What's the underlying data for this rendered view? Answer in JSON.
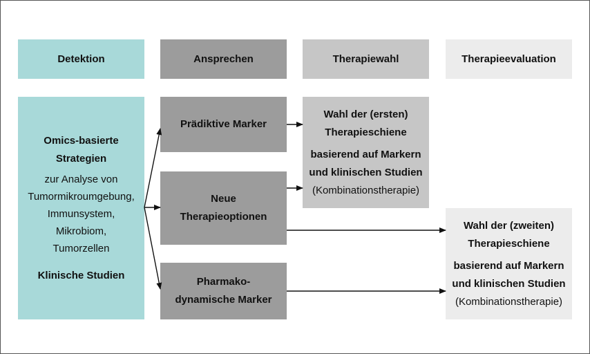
{
  "colors": {
    "teal": "#a8d9d9",
    "dark_gray": "#9c9c9c",
    "mid_gray": "#c6c6c6",
    "light_gray": "#ececec",
    "arrow": "#111111"
  },
  "headers": [
    "Detektion",
    "Ansprechen",
    "Therapiewahl",
    "Therapieevaluation"
  ],
  "detection": {
    "title_1": "Omics-basierte",
    "title_2": "Strategien",
    "lines": [
      "zur Analyse von",
      "Tumormikroumgebung,",
      "Immunsystem,",
      "Mikrobiom,",
      "Tumorzellen"
    ],
    "studies": "Klinische Studien"
  },
  "response": {
    "predictive": "Prädiktive Marker",
    "new_options_1": "Neue",
    "new_options_2": "Therapieoptionen",
    "pharmaco_1": "Pharmako-",
    "pharmaco_2": "dynamische Marker"
  },
  "therapy_first": {
    "title_1": "Wahl der (ersten)",
    "title_2": "Therapieschiene",
    "basis_1": "basierend auf Markern",
    "basis_2": "und klinischen Studien",
    "note": "(Kombinationstherapie)"
  },
  "therapy_second": {
    "title_1": "Wahl der (zweiten)",
    "title_2": "Therapieschiene",
    "basis_1": "basierend auf Markern",
    "basis_2": "und klinischen Studien",
    "note": "(Kombinationstherapie)"
  }
}
